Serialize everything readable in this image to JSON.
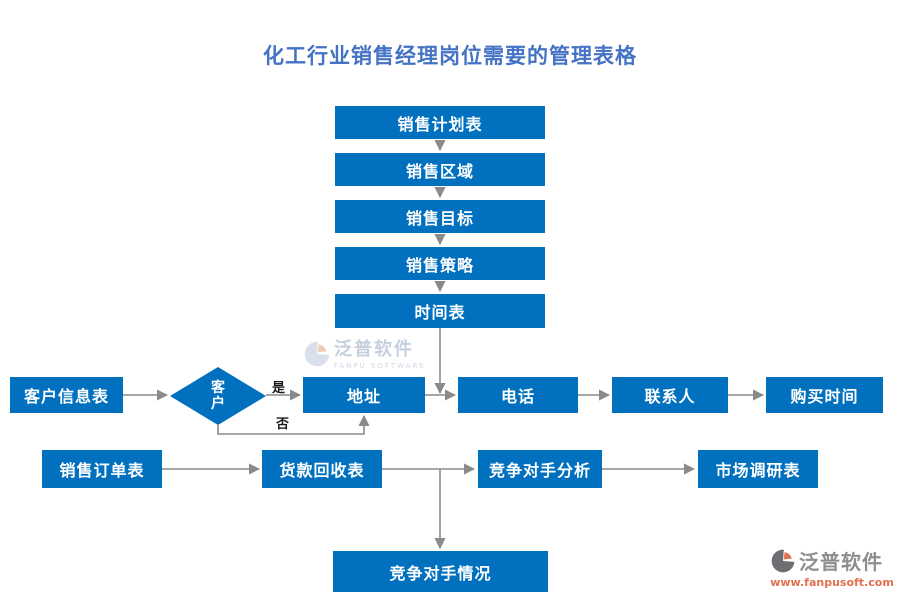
{
  "title": "化工行业销售经理岗位需要的管理表格",
  "chain": [
    "销售计划表",
    "销售区域",
    "销售目标",
    "销售策略",
    "时间表"
  ],
  "customer_flow": {
    "source": "客户信息表",
    "decision": "客户",
    "yes": "是",
    "no": "否",
    "steps": [
      "地址",
      "电话",
      "联系人",
      "购买时间"
    ]
  },
  "order_flow": [
    "销售订单表",
    "货款回收表",
    "竞争对手分析",
    "市场调研表"
  ],
  "result": "竞争对手情况",
  "watermark_center": {
    "brand": "泛普软件",
    "subtitle": "FANPU SOFTWARE"
  },
  "watermark_corner": {
    "brand": "泛普软件",
    "url": "www.fanpusoft.com"
  },
  "colors": {
    "node_blue": "#0070BF",
    "title_blue": "#4472C4",
    "connector_gray": "#8A8A8A",
    "brand_orange": "#E0714F"
  }
}
